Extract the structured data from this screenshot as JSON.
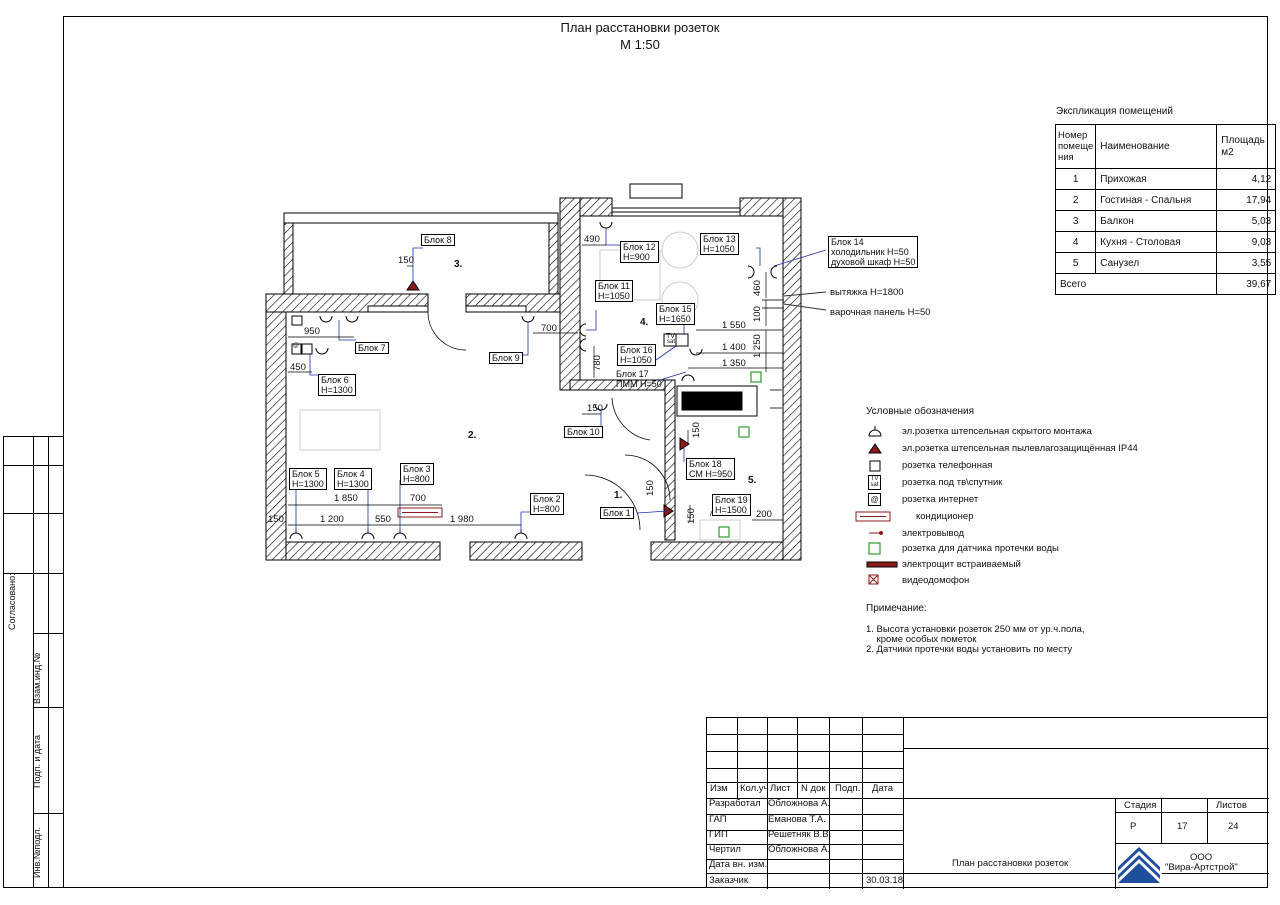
{
  "sheet": {
    "title": "План расстановки розеток",
    "scale": "М 1:50"
  },
  "left_stamp": {
    "agreed": "Согласовано:",
    "replace_inv": "Взам.инд.№",
    "sign_date": "Подп. и дата",
    "inv_orig": "Инв.№подл."
  },
  "explication": {
    "title": "Экспликация помещений",
    "col_num": [
      "Номер",
      "помеще",
      "ния"
    ],
    "col_name": "Наименование",
    "col_area": [
      "Площадь",
      "м2"
    ],
    "rows": [
      {
        "num": "1",
        "name": "Прихожая",
        "area": "4,12"
      },
      {
        "num": "2",
        "name": "Гостиная - Спальня",
        "area": "17,94"
      },
      {
        "num": "3",
        "name": "Балкон",
        "area": "5,03"
      },
      {
        "num": "4",
        "name": "Кухня - Столовая",
        "area": "9,03"
      },
      {
        "num": "5",
        "name": "Санузел",
        "area": "3,55"
      }
    ],
    "total_label": "Всего",
    "total_area": "39,67"
  },
  "legend": {
    "title": "Условные обозначения",
    "items": [
      "эл.розетка штепсельная скрытого монтажа",
      "эл.розетка штепсельная пылевлагозащищённая IP44",
      "розетка   телефонная",
      "розетка под тв\\спутник",
      "розетка интернет",
      "кондиционер",
      "электровывод",
      "розетка для датчика протечки воды",
      "электрощит встраиваемый",
      "видеодомофон"
    ],
    "tv_top": "TV",
    "tv_bottom": "sat",
    "inet": "@"
  },
  "notes": {
    "title": "Примечание:",
    "lines": [
      "1. Высота установки розеток 250 мм от ур.ч.пола,",
      "    кроме особых пометок",
      "2. Датчики протечки воды установить по месту"
    ]
  },
  "stamp": {
    "hdr": [
      "Изм",
      "Кол.уч",
      "Лист",
      "N док",
      "Подп.",
      "Дата"
    ],
    "roles": [
      "Разработал",
      "ГАП",
      "ГИП",
      "Чертил",
      "Дата вн. изм.",
      "Заказчик"
    ],
    "names": [
      "Обложнова А.",
      "Еманова Т.А.",
      "Решетняк В.В.",
      "Обложнова А.",
      "",
      ""
    ],
    "date": "30.03.18",
    "stage_label": "Стадия",
    "sheets_label": "Листов",
    "stage": "Р",
    "sheet_no": "17",
    "sheets": "24",
    "sheet_title": "План расстановки розеток",
    "org1": "ООО",
    "org2": "\"Вира-Артстрой\""
  },
  "plan": {
    "rooms": [
      "1.",
      "2.",
      "3.",
      "4.",
      "5."
    ],
    "blocks": [
      {
        "name": "Блок 1",
        "h": ""
      },
      {
        "name": "Блок 2",
        "h": "H=800"
      },
      {
        "name": "Блок 3",
        "h": "H=800"
      },
      {
        "name": "Блок 4",
        "h": "H=1300"
      },
      {
        "name": "Блок 5",
        "h": "H=1300"
      },
      {
        "name": "Блок 6",
        "h": "H=1300"
      },
      {
        "name": "Блок 7",
        "h": ""
      },
      {
        "name": "Блок 8",
        "h": ""
      },
      {
        "name": "Блок 9",
        "h": ""
      },
      {
        "name": "Блок 10",
        "h": ""
      },
      {
        "name": "Блок 11",
        "h": "H=1050"
      },
      {
        "name": "Блок 12",
        "h": "H=900"
      },
      {
        "name": "Блок 13",
        "h": "H=1050"
      },
      {
        "name": "Блок 14",
        "h": "холодильник H=50",
        "h2": "духовой шкаф H=50"
      },
      {
        "name": "Блок 15",
        "h": "H=1650"
      },
      {
        "name": "Блок 16",
        "h": "H=1050"
      },
      {
        "name": "Блок 17",
        "h": "ПММ H=50"
      },
      {
        "name": "Блок 18",
        "h": "СМ H=950"
      },
      {
        "name": "Блок 19",
        "h": "H=1500"
      }
    ],
    "hood": "вытяжка H=1800",
    "hob": "варочная панель H=50",
    "dims": {
      "d950": "950",
      "d450": "450",
      "d150a": "150",
      "d700a": "700",
      "d490": "490",
      "d780": "780",
      "d150b": "150",
      "d1550": "1 550",
      "d1400": "1 400",
      "d1350": "1 350",
      "d460": "460",
      "d100": "100",
      "d1250": "1 250",
      "d1850": "1 850",
      "d700b": "700",
      "d150c": "150",
      "d1200": "1 200",
      "d550": "550",
      "d1980": "1 980",
      "d150d": "150",
      "d150e": "150",
      "d150f": "150",
      "d200": "200"
    }
  }
}
